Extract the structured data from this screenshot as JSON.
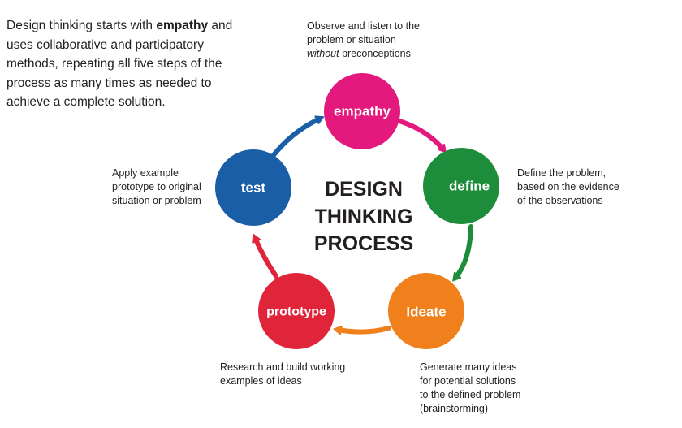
{
  "intro": {
    "part1": "Design thinking starts with ",
    "emphasis": "empathy",
    "part2": " and uses collaborative and participatory methods, repeating all five steps of the process as many times as needed to achieve a complete solution."
  },
  "center_title": [
    "DESIGN",
    "THINKING",
    "PROCESS"
  ],
  "steps": [
    {
      "id": "empathy",
      "label": "empathy",
      "color": "#e4197e"
    },
    {
      "id": "define",
      "label": "define",
      "color": "#1d8c3b"
    },
    {
      "id": "ideate",
      "label": "Ideate",
      "color": "#ef801c"
    },
    {
      "id": "prototype",
      "label": "prototype",
      "color": "#e0253a"
    },
    {
      "id": "test",
      "label": "test",
      "color": "#1a5ea8"
    }
  ],
  "notes": {
    "empathy": {
      "line1": "Observe and listen to the",
      "line2": "problem or situation",
      "line3_italic": "without",
      "line3_rest": " preconceptions"
    },
    "define": [
      "Define the problem,",
      "based on the evidence",
      "of the observations"
    ],
    "ideate": [
      "Generate many ideas",
      "for potential solutions",
      "to the defined problem",
      "(brainstorming)"
    ],
    "prototype": [
      "Research and build working",
      "examples of ideas"
    ],
    "test": [
      "Apply example",
      "prototype to original",
      "situation or problem"
    ]
  }
}
